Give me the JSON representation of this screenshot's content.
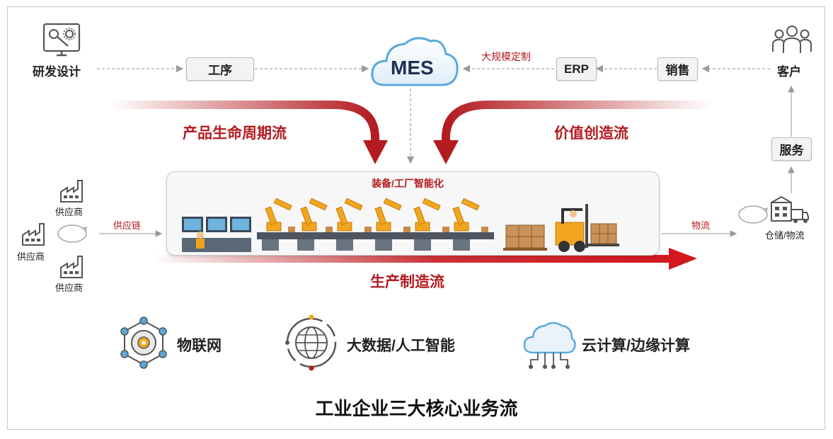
{
  "nodes": {
    "rd": "研发设计",
    "process": "工序",
    "mes": "MES",
    "mass_custom": "大规模定制",
    "erp": "ERP",
    "sales": "销售",
    "customer": "客户",
    "service": "服务",
    "warehouse": "仓储/物流",
    "logistics": "物流",
    "supply_chain": "供应链",
    "supplier_top": "供应商",
    "supplier_mid": "供应商",
    "supplier_bot": "供应商"
  },
  "flows": {
    "product_lifecycle": "产品生命周期流",
    "value_creation": "价值创造流",
    "production": "生产制造流"
  },
  "factory": {
    "title": "装备/工厂智能化"
  },
  "tech": [
    {
      "label": "物联网",
      "icon": "iot-gear-icon"
    },
    {
      "label": "大数据/人工智能",
      "icon": "globe-icon"
    },
    {
      "label": "云计算/边缘计算",
      "icon": "cloud-icon"
    }
  ],
  "footer_title": "工业企业三大核心业务流",
  "colors": {
    "accent_red": "#b31b20",
    "icon_gray": "#555555",
    "cloud_blue": "#5aa9dd"
  }
}
